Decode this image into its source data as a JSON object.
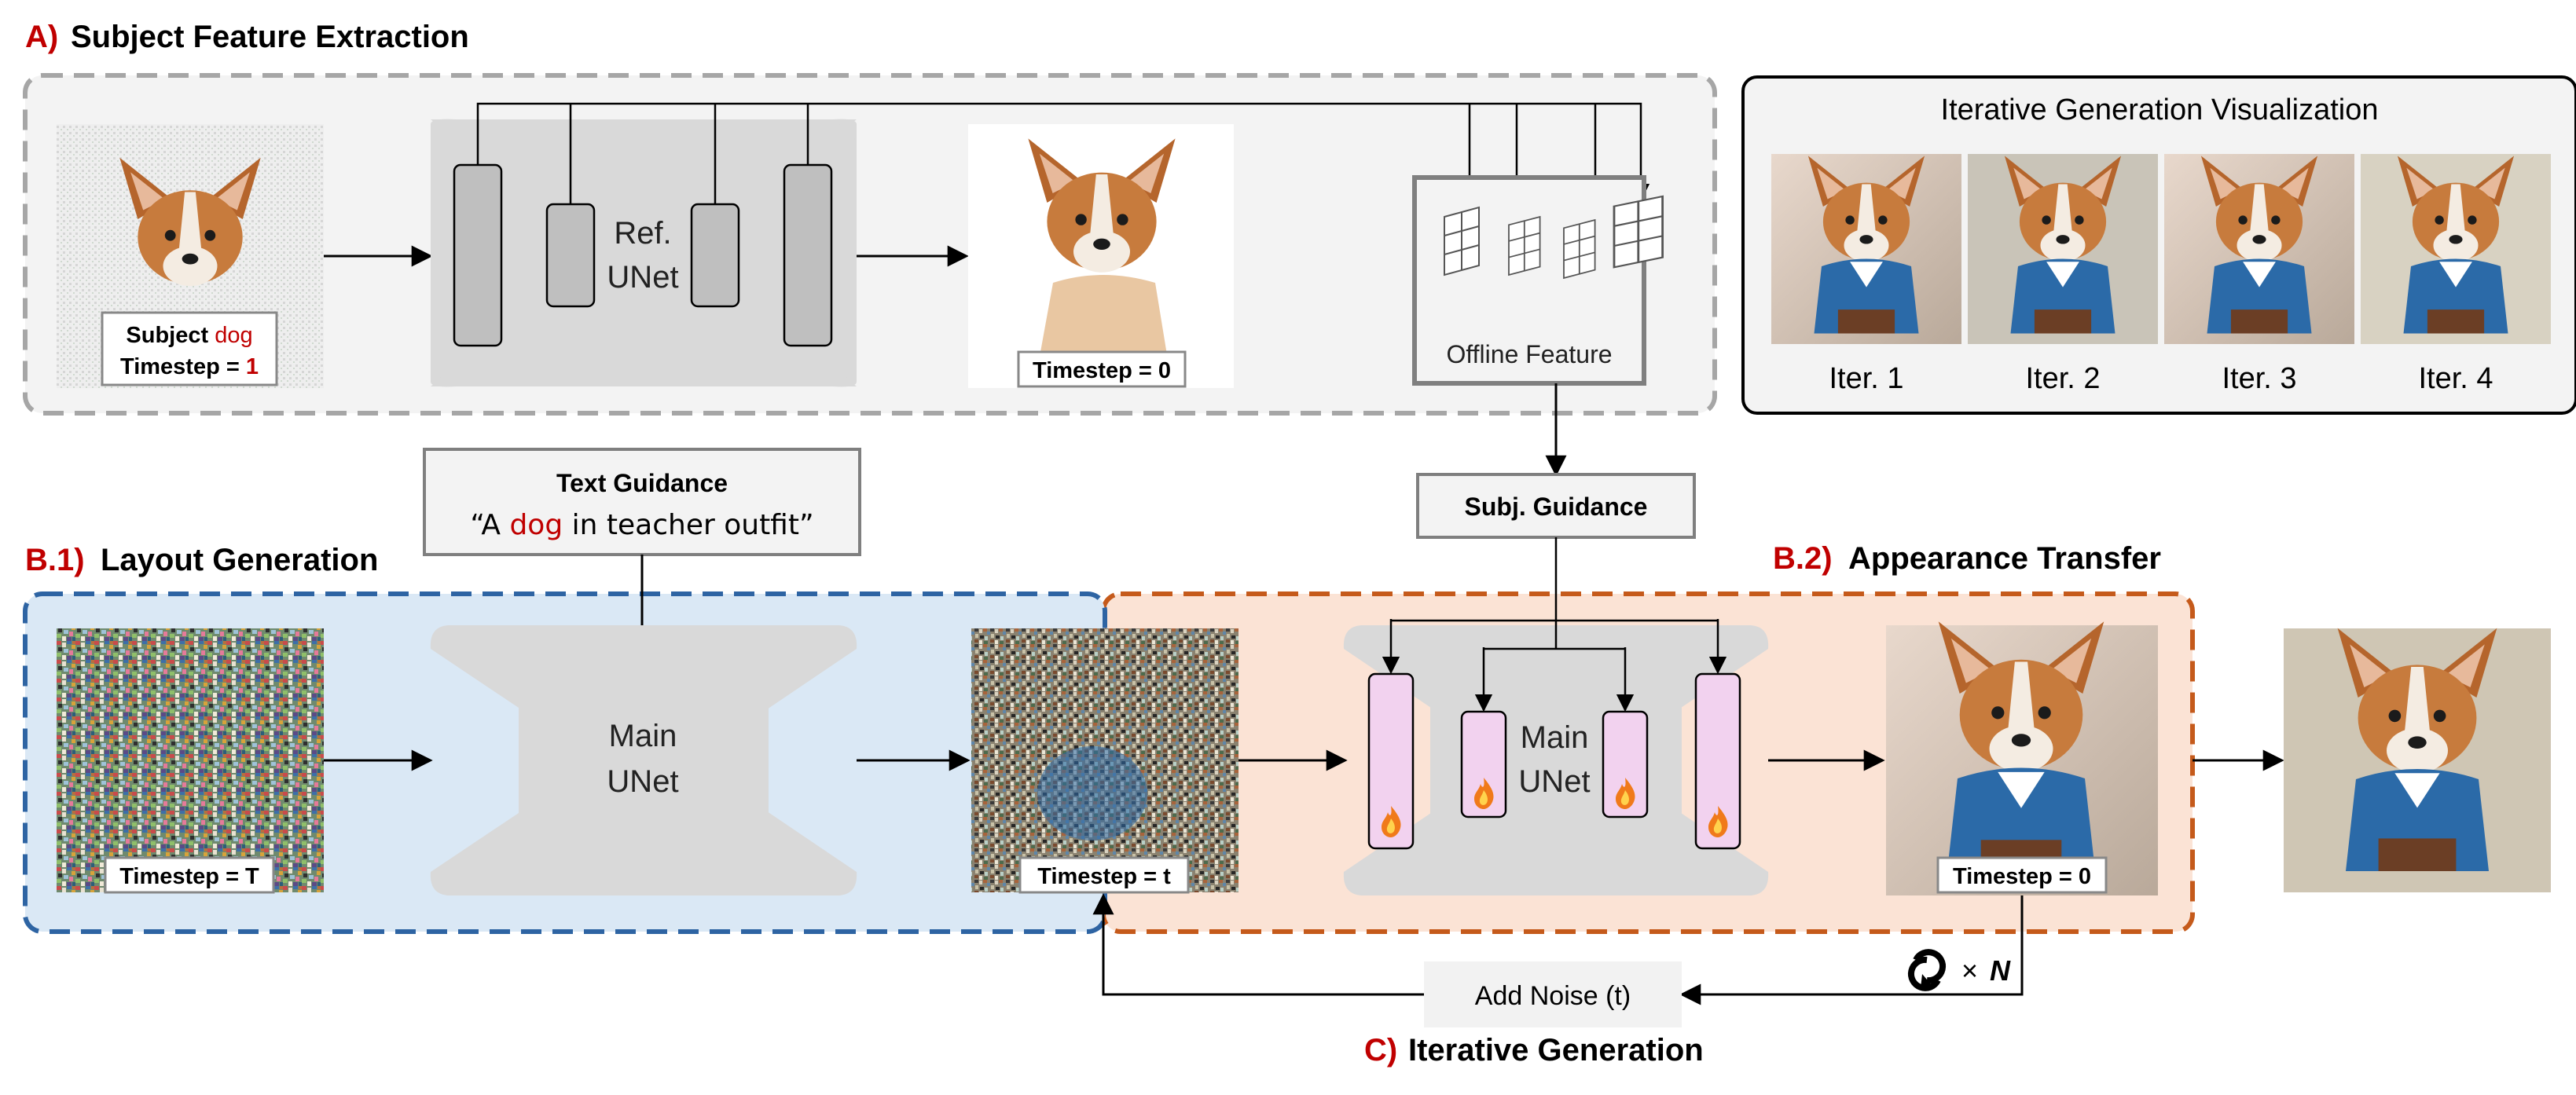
{
  "sections": {
    "a": {
      "letter": "A)",
      "title": "Subject Feature Extraction"
    },
    "b1": {
      "letter": "B.1)",
      "title": "Layout Generation"
    },
    "b2": {
      "letter": "B.2)",
      "title": "Appearance Transfer"
    },
    "c": {
      "letter": "C)",
      "title": "Iterative Generation"
    }
  },
  "ref_unet": {
    "line1": "Ref.",
    "line2": "UNet"
  },
  "main_unet_left": {
    "line1": "Main",
    "line2": "UNet"
  },
  "main_unet_right": {
    "line1": "Main",
    "line2": "UNet"
  },
  "subject_caption": {
    "subject_prefix": "Subject",
    "subject_word": "dog",
    "timestep_prefix": "Timestep =",
    "timestep_value": "1"
  },
  "timestep_labels": {
    "ref_output": "Timestep = 0",
    "noise_input": "Timestep = T",
    "intermediate": "Timestep = t",
    "final_output": "Timestep = 0"
  },
  "offline_feature": "Offline Feature",
  "subj_guidance": "Subj. Guidance",
  "text_guidance": {
    "title": "Text Guidance",
    "quote_open": "“A",
    "word": "dog",
    "quote_rest": "in teacher outfit”"
  },
  "add_noise": "Add Noise (t)",
  "loop_label": {
    "times": "×",
    "n": "N"
  },
  "iter_panel": {
    "title": "Iterative Generation Visualization",
    "items": [
      "Iter. 1",
      "Iter. 2",
      "Iter. 3",
      "Iter. 4"
    ]
  },
  "colors": {
    "accent_red": "#c00000",
    "blue_dash": "#2e64a3",
    "blue_fill": "#dae8f5",
    "orange_dash": "#c55a1b",
    "orange_fill": "#fbe3d5",
    "gray_dash": "#a6a6a6",
    "gray_fill": "#f3f3f3",
    "unet_gray": "#d9d9d9",
    "pink_block": "#f2d2ef"
  },
  "icons": [
    "dog-photo",
    "fire-icon",
    "cycle-arrows-icon",
    "noise-image",
    "feature-grid-icon"
  ]
}
